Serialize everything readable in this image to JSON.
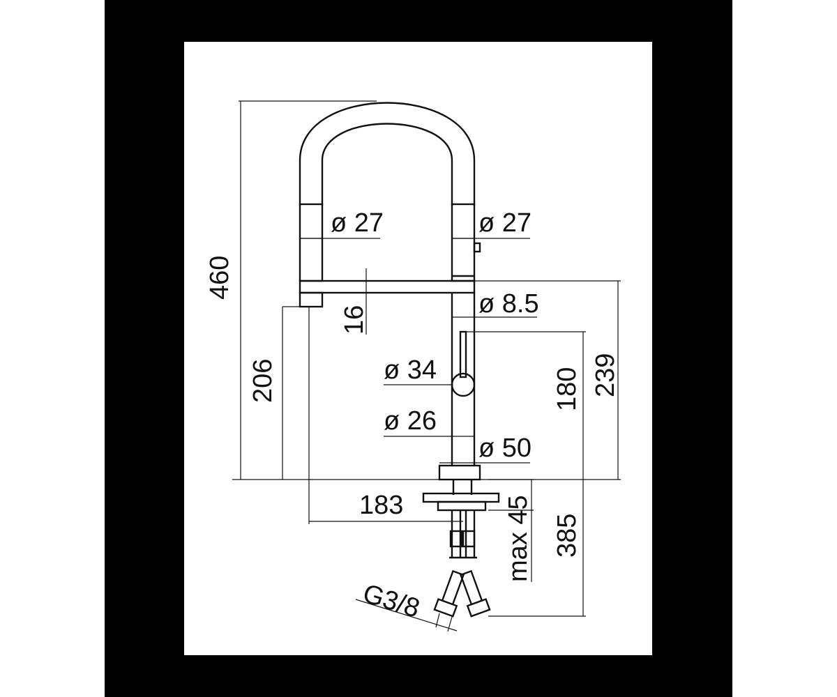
{
  "dimensions": {
    "d27_left": "ø 27",
    "d27_right": "ø 27",
    "height_total": "460",
    "spout_drop": "16",
    "d8_5": "ø 8.5",
    "spout_height": "206",
    "d34": "ø 34",
    "d26": "ø 26",
    "d50": "ø 50",
    "lever_height": "180",
    "body_height": "239",
    "reach": "183",
    "max45": "max 45",
    "hose_length": "385",
    "thread": "G3/8"
  }
}
